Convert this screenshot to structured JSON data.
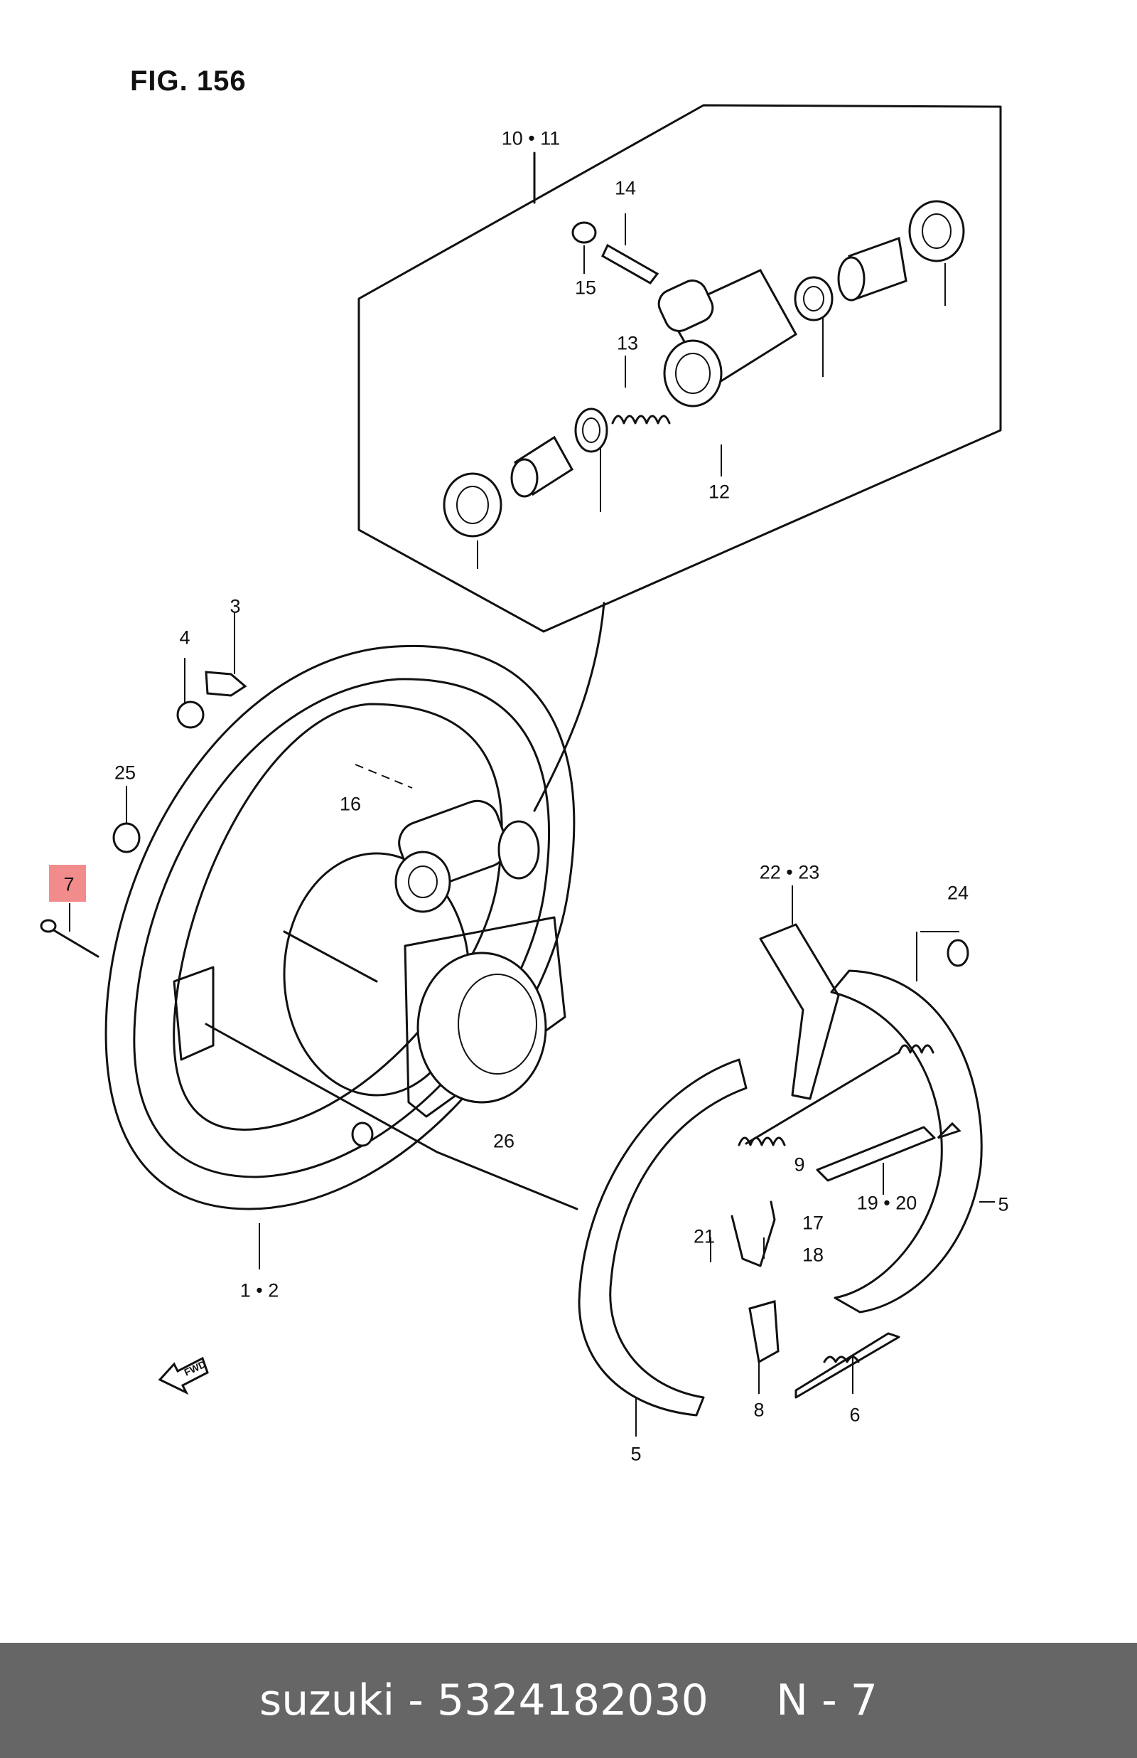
{
  "figure_title": "FIG. 156",
  "highlighted_part": "7",
  "callouts": {
    "c10_11": "10 • 11",
    "c14": "14",
    "c15": "15",
    "c13": "13",
    "c12": "12",
    "c3": "3",
    "c4": "4",
    "c25": "25",
    "c7": "7",
    "c16": "16",
    "c22_23": "22 • 23",
    "c24": "24",
    "c9": "9",
    "c26": "26",
    "c19_20": "19 • 20",
    "c5a": "5",
    "c17": "17",
    "c18": "18",
    "c21": "21",
    "c1_2": "1 • 2",
    "c8": "8",
    "c6": "6",
    "c5b": "5"
  },
  "fwd_label": "FWD",
  "footer": {
    "text": "suzuki - 5324182030     N - 7"
  },
  "colors": {
    "highlight": "#f28b8b",
    "footer_bg": "#666666",
    "footer_text": "#ffffff",
    "line": "#111111"
  }
}
